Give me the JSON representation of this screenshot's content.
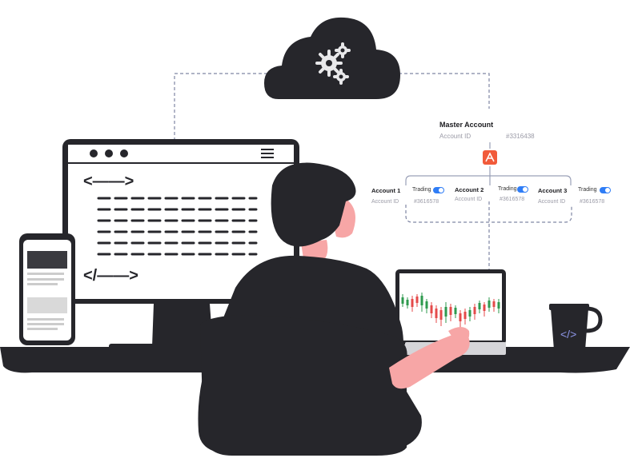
{
  "master": {
    "title": "Master Account",
    "account_id_label": "Account ID",
    "account_id": "#3316438"
  },
  "accounts": [
    {
      "name": "Account 1",
      "trading_label": "Trading",
      "id_label": "Account ID",
      "id": "#3616578",
      "trading_on": true
    },
    {
      "name": "Account 2",
      "trading_label": "Trading",
      "id_label": "Account ID",
      "id": "#3616578",
      "trading_on": true
    },
    {
      "name": "Account 3",
      "trading_label": "Trading",
      "id_label": "Account ID",
      "id": "#3616578",
      "trading_on": true
    }
  ],
  "monitor": {
    "open_tag_glyph": "<——>",
    "close_tag_glyph": "</——>"
  },
  "mug": {
    "glyph": "</>"
  },
  "icons": [
    "cloud-icon",
    "gears-icon",
    "hamburger-icon",
    "logo-icon",
    "toggle-icon"
  ],
  "colors": {
    "dark": "#26262b",
    "skin": "#f7a6a6",
    "accent": "#2f7df6",
    "line": "#7f86a3"
  }
}
